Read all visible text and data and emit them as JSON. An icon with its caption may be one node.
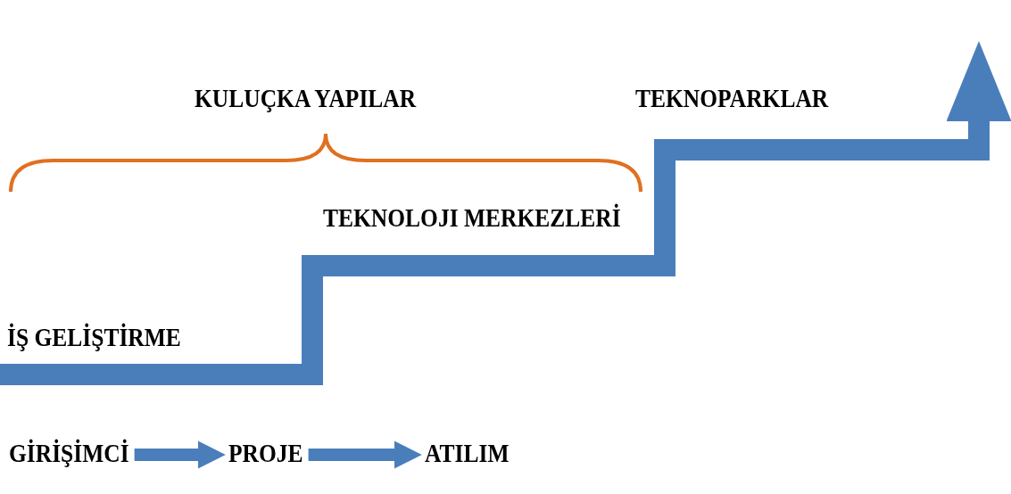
{
  "diagram": {
    "nodes": [
      {
        "text": [
          "GİRİŞİMCİ"
        ]
      },
      {
        "text": [
          "PROJE"
        ]
      },
      {
        "text": [
          "ATILIM"
        ]
      }
    ],
    "edges": [
      {
        "from": 0,
        "to": 1,
        "arrow": "to"
      },
      {
        "from": 1,
        "to": 2,
        "arrow": "to"
      }
    ],
    "labels": [
      "KULUÇKA YAPILAR",
      "TEKNOPARKLAR",
      "TEKNOLOJI MERKEZLERİ",
      "İŞ GELİŞTİRME"
    ]
  }
}
